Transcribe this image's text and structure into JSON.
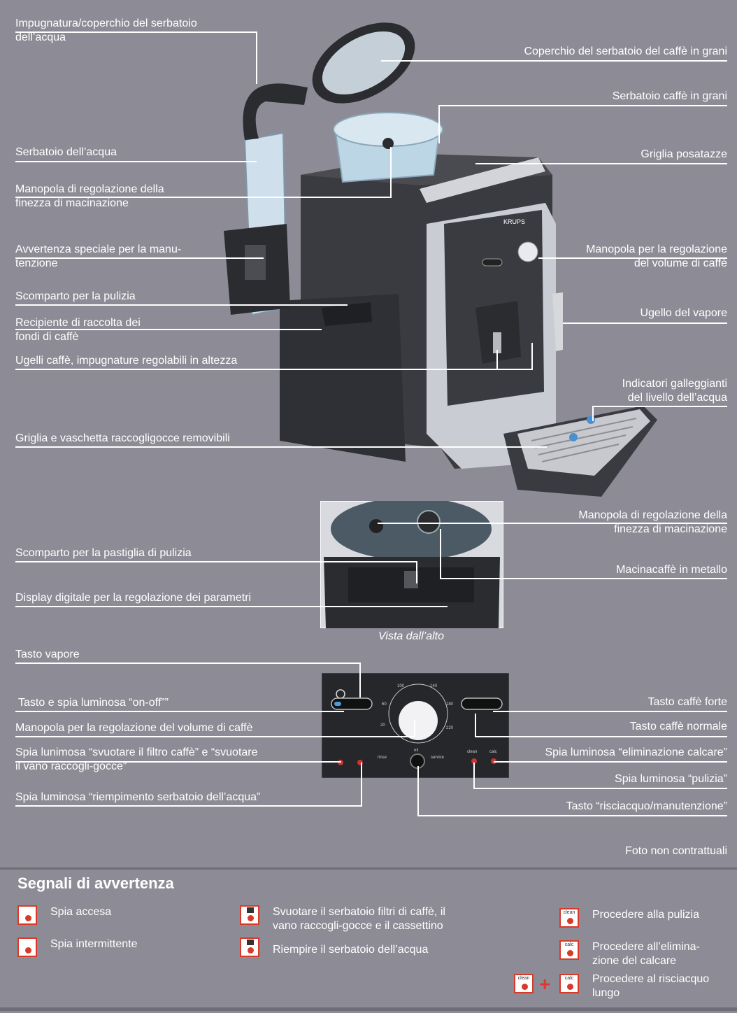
{
  "labels": {
    "water_tank_handle_1": "Impugnatura/coperchio del serbatoio",
    "water_tank_handle_2": "dell’acqua",
    "bean_lid": "Coperchio del serbatoio del caffè in grani",
    "bean_tank": "Serbatoio caffè in grani",
    "water_tank": "Serbatoio dell’acqua",
    "cup_grid": "Griglia posatazze",
    "grind_knob_1": "Manopola di regolazione della",
    "grind_knob_2": "finezza di macinazione",
    "maint_warning_1": "Avvertenza speciale per la manu-",
    "maint_warning_2": "tenzione",
    "volume_knob_1": "Manopola per la regolazione",
    "volume_knob_2": "del volume di caffè",
    "cleaning_compartment": "Scomparto per la pulizia",
    "grounds_container_1": "Recipiente di raccolta dei",
    "grounds_container_2": "fondi di caffè",
    "steam_nozzle": "Ugello del vapore",
    "coffee_nozzles": "Ugelli caffè, impugnature regolabili in altezza",
    "float_indicators_1": "Indicatori galleggianti",
    "float_indicators_2": "del livello dell’acqua",
    "drip_tray": "Griglia e vaschetta raccogligocce removibili",
    "top_grind_knob_1": "Manopola di regolazione della",
    "top_grind_knob_2": "finezza di macinazione",
    "tablet_compartment": "Scomparto per la pastiglia di pulizia",
    "grinder": "Macinacaffè in metallo",
    "digital_display": "Display digitale per la regolazione dei parametri",
    "top_view_caption": "Vista dall’alto",
    "steam_button": "Tasto vapore",
    "on_off": "Tasto e spia luminosa “on-off””",
    "strong_coffee": "Tasto caffè forte",
    "volume_knob_panel": "Manopola per la regolazione del volume di caffè",
    "normal_coffee": "Tasto caffè normale",
    "empty_filter_1": "Spia lunimosa “svuotare il filtro caffè” e “svuotare",
    "empty_filter_2": "il vano raccogli-gocce”",
    "descaling_light": "Spia luminosa “eliminazione calcare”",
    "cleaning_light": "Spia luminosa “pulizia”",
    "fill_water_light": "Spia luminosa “riempimento serbatoio dell’acqua”",
    "rinse_button": "Tasto “risciacquo/manutenzione”",
    "disclaimer": "Foto non contrattuali"
  },
  "panel": {
    "dial_ticks": [
      "20",
      "60",
      "100",
      "140",
      "180",
      "220"
    ],
    "unit": "ml",
    "rinse": "rinse",
    "service": "service",
    "clean": "clean",
    "calc": "calc"
  },
  "warnings": {
    "title": "Segnali di avvertenza",
    "light_on": "Spia accesa",
    "light_blink": "Spia intermittente",
    "empty_tank_1": "Svuotare il serbatoio filtri di caffè, il",
    "empty_tank_2": "vano raccogli-gocce e il cassettino",
    "fill_tank": "Riempire il serbatoio dell’acqua",
    "do_clean": "Procedere alla pulizia",
    "do_descale_1": "Procedere all’elimina-",
    "do_descale_2": "zione del calcare",
    "do_rinse_1": "Procedere al risciacquo",
    "do_rinse_2": "lungo",
    "icon_clean": "clean",
    "icon_calc": "calc"
  },
  "product_brand": "KRUPS",
  "colors": {
    "background": "#8d8c96",
    "warning_red": "#d83a2a",
    "machine_dark": "#3a3b40",
    "machine_silver": "#c9ccd2",
    "tank_blue": "#bcd6e6"
  }
}
